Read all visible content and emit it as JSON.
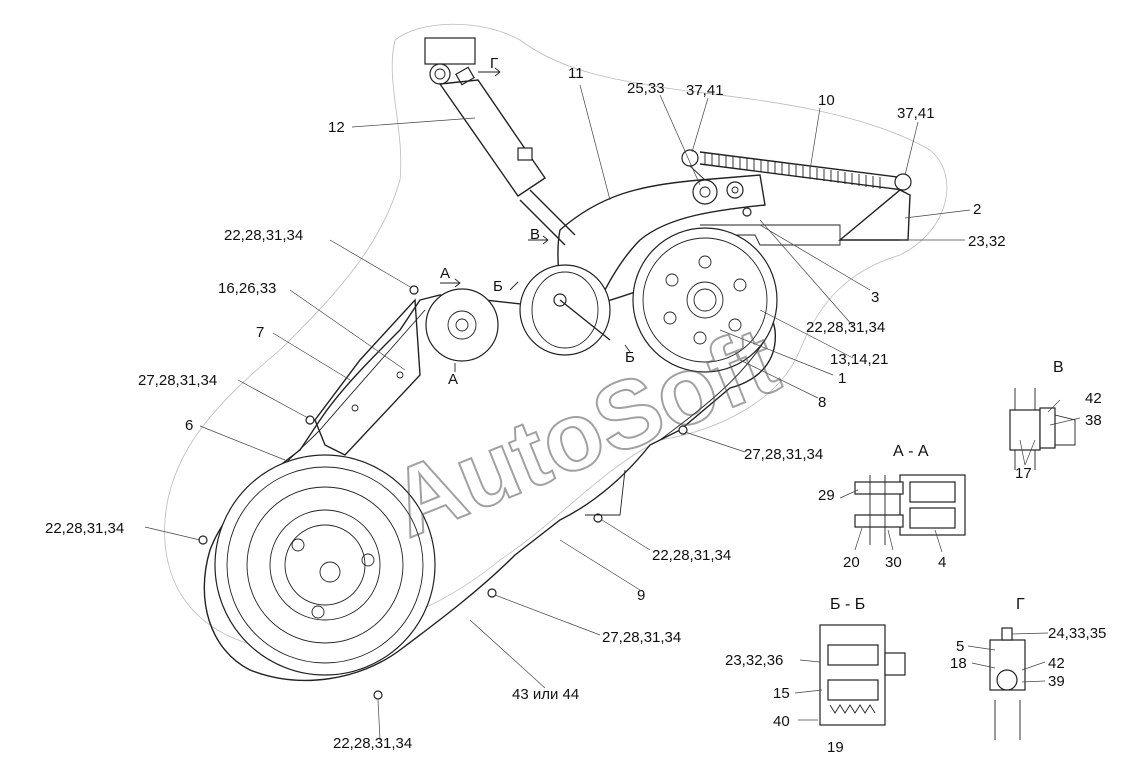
{
  "watermark": "AutoSoft",
  "labels": {
    "l12": "12",
    "l11": "11",
    "l2533": "25,33",
    "l3741a": "37,41",
    "l10": "10",
    "l3741b": "37,41",
    "l2": "2",
    "l2332": "23,32",
    "l3": "3",
    "l22a": "22,28,31,34",
    "l162633": "16,26,33",
    "l7": "7",
    "l27a": "27,28,31,34",
    "l6": "6",
    "l22b": "22,28,31,34",
    "l131421": "13,14,21",
    "l1": "1",
    "l8": "8",
    "l27b": "27,28,31,34",
    "l22c": "22,28,31,34",
    "l22d": "22,28,31,34",
    "l9": "9",
    "l27c": "27,28,31,34",
    "l4344": "43 или 44",
    "l22e": "22,28,31,34",
    "secV": "В",
    "l42a": "42",
    "l38": "38",
    "l17": "17",
    "secAA": "А - А",
    "l29": "29",
    "l20": "20",
    "l30": "30",
    "l4": "4",
    "secBB": "Б - Б",
    "l233236": "23,32,36",
    "l15": "15",
    "l40": "40",
    "l19": "19",
    "secG": "Г",
    "l5": "5",
    "l243335": "24,33,35",
    "l18": "18",
    "l42b": "42",
    "l39": "39",
    "viewG": "Г",
    "viewV": "В",
    "viewB": "Б",
    "viewA1": "А",
    "viewA2": "А",
    "viewB2": "Б"
  }
}
